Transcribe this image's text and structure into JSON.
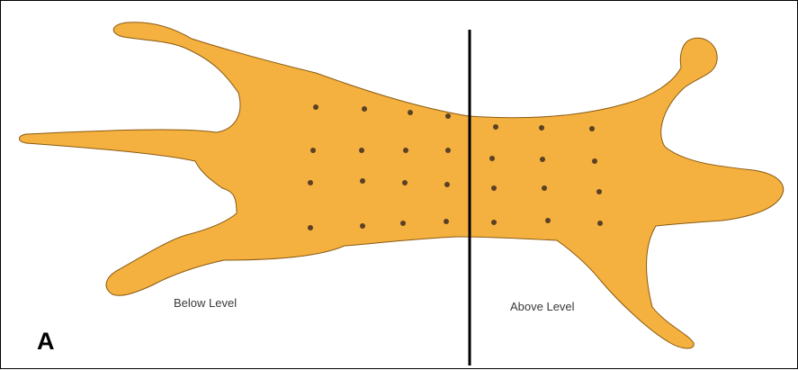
{
  "diagram": {
    "panel_letter": "A",
    "region_labels": {
      "below": "Below Level",
      "above": "Above Level"
    },
    "colors": {
      "hide_fill": "#F4B13F",
      "hide_stroke": "#8A5A12",
      "dot": "#5A4024",
      "divider": "#000000"
    },
    "dot_grid": {
      "below_level_columns": 4,
      "above_level_columns": 3,
      "rows": 4
    }
  }
}
